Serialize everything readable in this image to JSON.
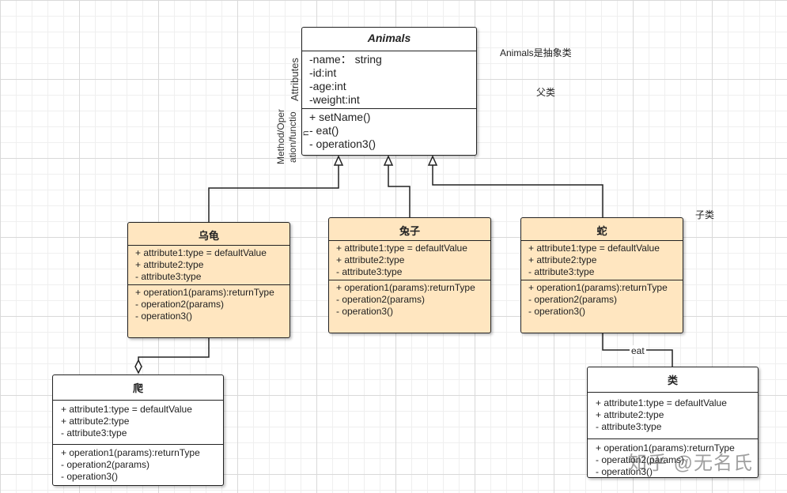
{
  "animals": {
    "title": "Animals",
    "attributes": [
      "-name： string",
      "-id:int",
      "-age:int",
      "-weight:int"
    ],
    "methods": [
      "+ setName()",
      "- eat()",
      "- operation3()"
    ],
    "attr_side_label": "Attributes",
    "method_side_label_line1": "Method/Oper",
    "method_side_label_line2": "ation/functio",
    "method_side_label_line3": "n"
  },
  "notes": {
    "abstract": "Animals是抽象类",
    "parent": "父类",
    "child": "子类"
  },
  "turtle": {
    "title": "乌龟",
    "attributes": [
      "+ attribute1:type = defaultValue",
      "+ attribute2:type",
      "- attribute3:type"
    ],
    "methods": [
      "+ operation1(params):returnType",
      "- operation2(params)",
      "- operation3()"
    ]
  },
  "rabbit": {
    "title": "兔子",
    "attributes": [
      "+ attribute1:type = defaultValue",
      "+ attribute2:type",
      "- attribute3:type"
    ],
    "methods": [
      "+ operation1(params):returnType",
      "- operation2(params)",
      "- operation3()"
    ]
  },
  "snake": {
    "title": "蛇",
    "attributes": [
      "+ attribute1:type = defaultValue",
      "+ attribute2:type",
      "- attribute3:type"
    ],
    "methods": [
      "+ operation1(params):returnType",
      "- operation2(params)",
      "- operation3()"
    ]
  },
  "crawl": {
    "title": "爬",
    "attributes": [
      "+ attribute1:type = defaultValue",
      "+ attribute2:type",
      "- attribute3:type"
    ],
    "methods": [
      "+ operation1(params):returnType",
      "- operation2(params)",
      "- operation3()"
    ]
  },
  "dung": {
    "title": "类",
    "attributes": [
      "+ attribute1:type = defaultValue",
      "+ attribute2:type",
      "- attribute3:type"
    ],
    "methods": [
      "+ operation1(params):returnType",
      "- operation2(params)",
      "- operation3()"
    ]
  },
  "edge_label_eat": "eat",
  "watermark": "知乎 @无名氏",
  "colors": {
    "subclass_fill": "#ffe6c0",
    "line": "#222222"
  }
}
